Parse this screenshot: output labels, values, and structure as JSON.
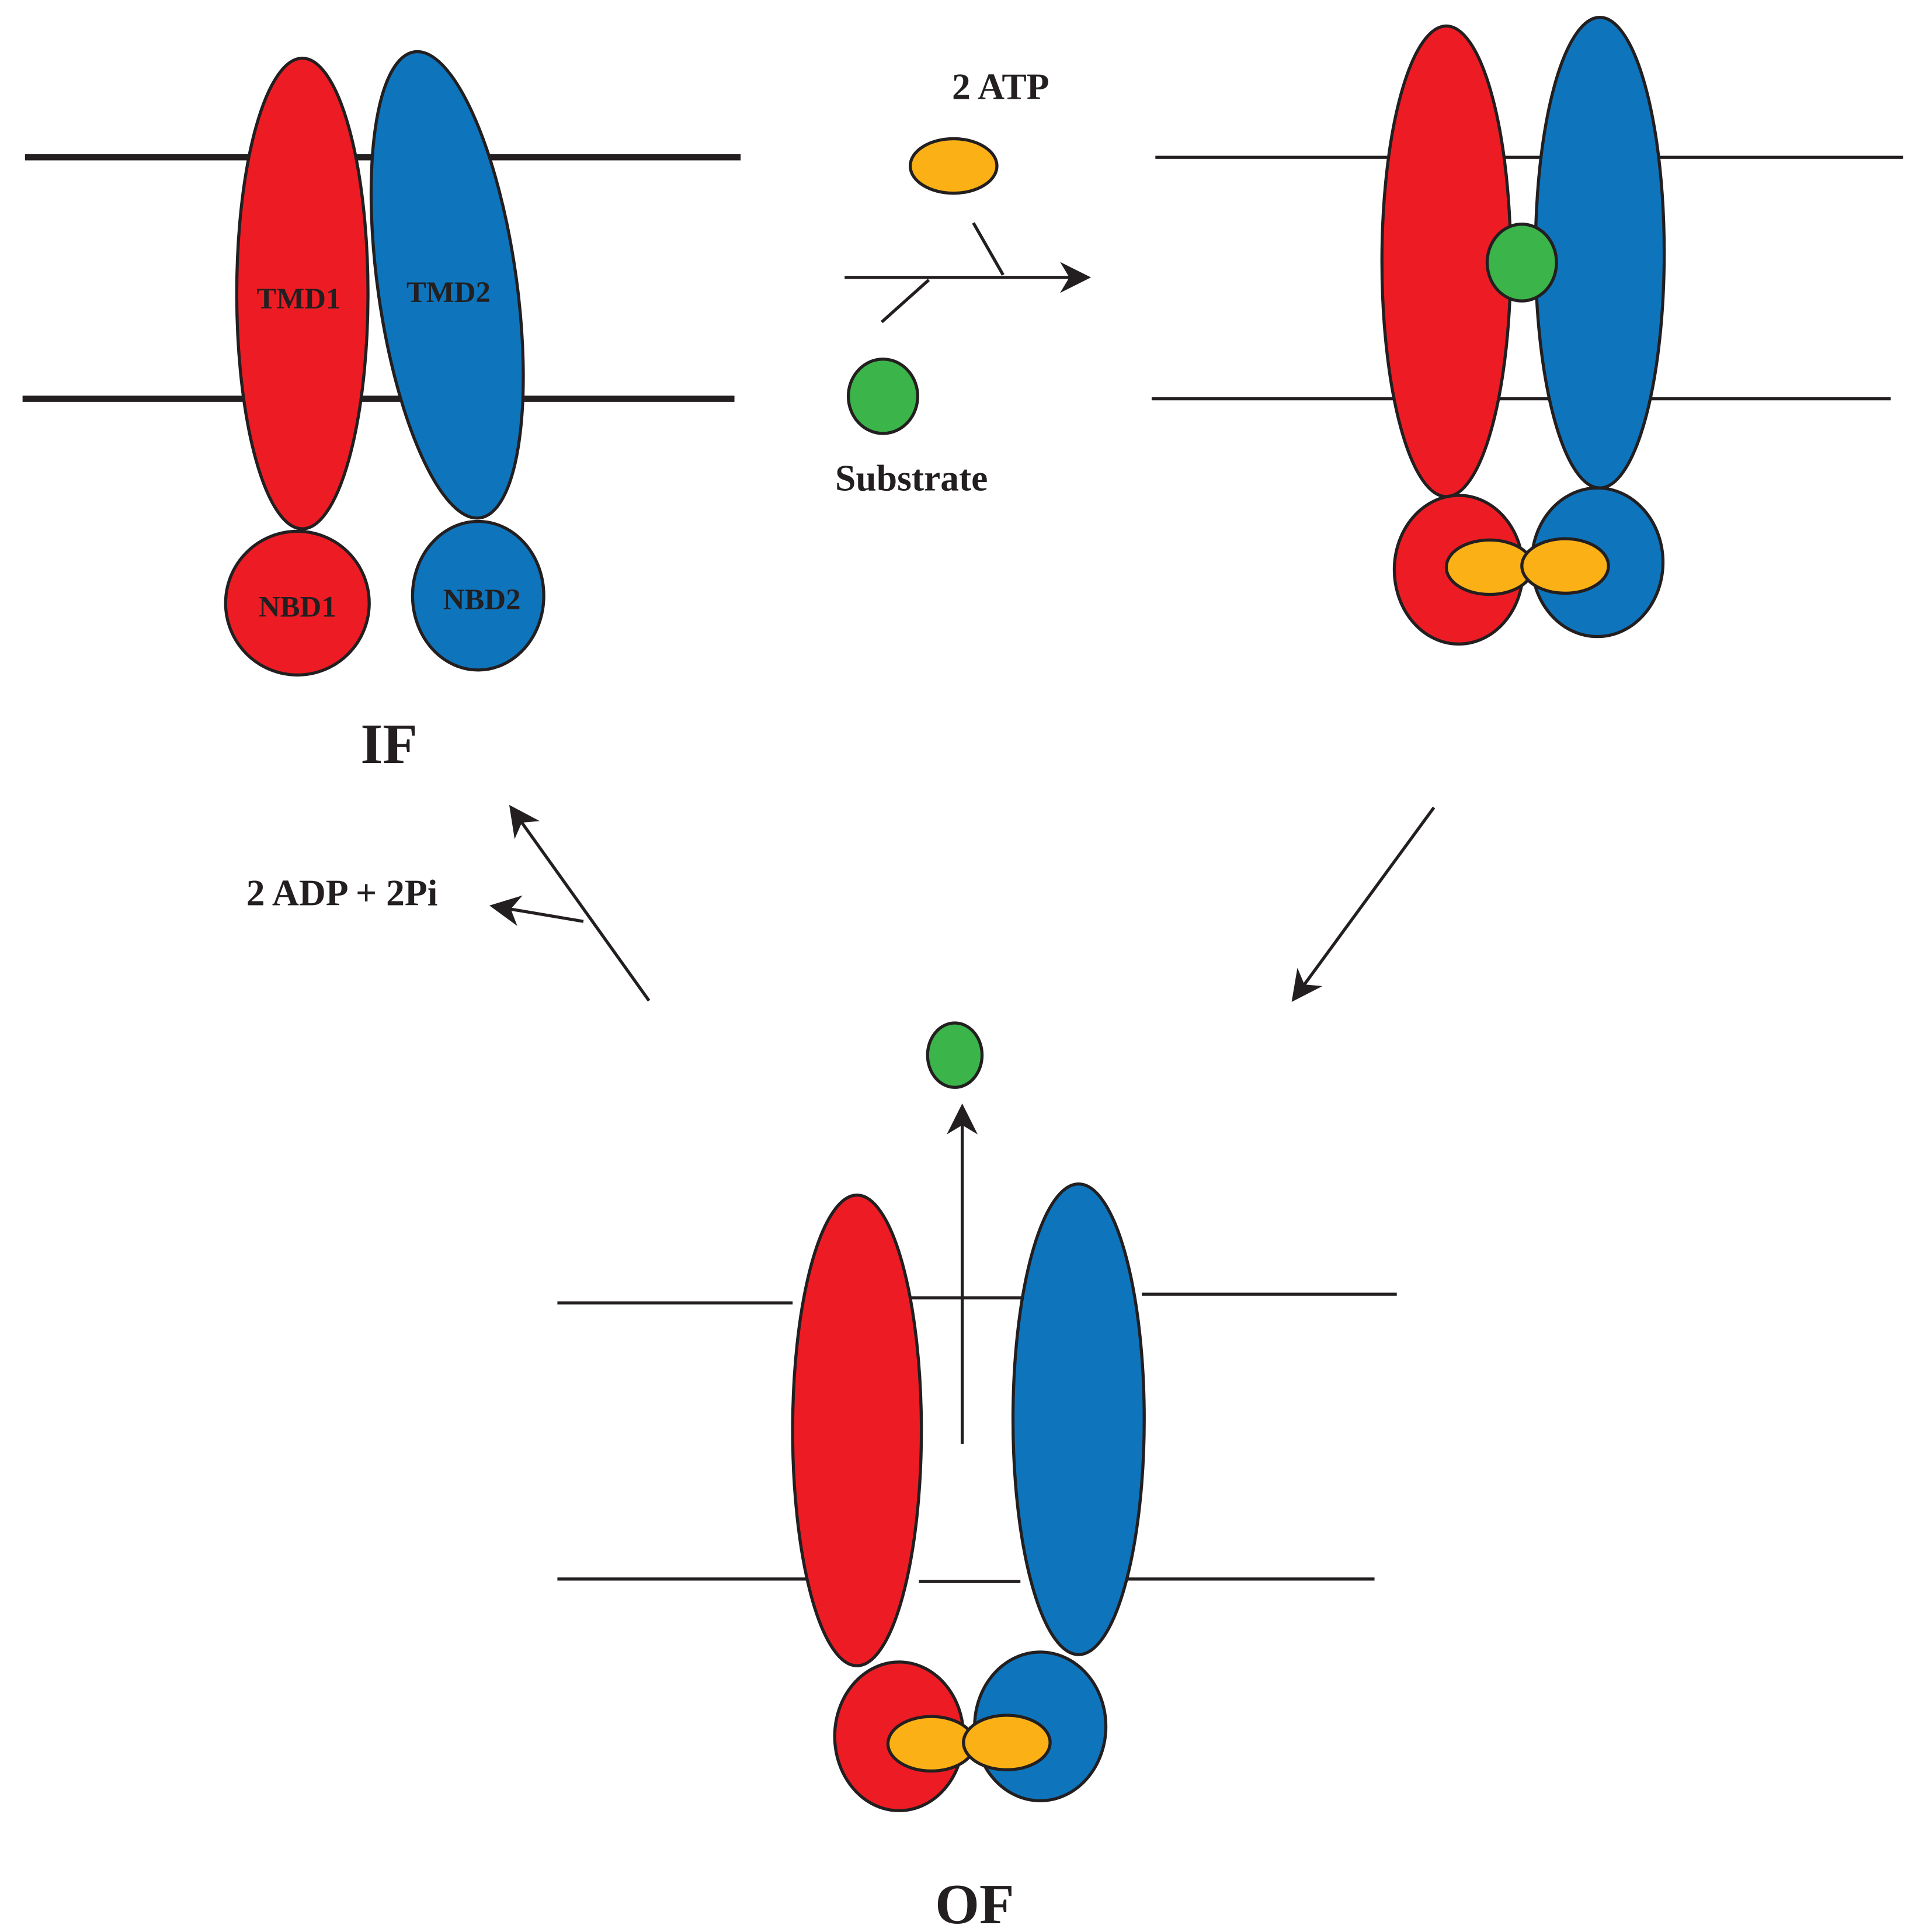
{
  "labels": {
    "tmd1": "TMD1",
    "tmd2": "TMD2",
    "nbd1": "NBD1",
    "nbd2": "NBD2",
    "if_state": "IF",
    "of_state": "OF",
    "atp": "2 ATP",
    "substrate": "Substrate",
    "adp": "2 ADP + 2Pi"
  },
  "colors": {
    "domain1": "#ed1c24",
    "domain2": "#0e75bc",
    "atp": "#fbb116",
    "substrate": "#3bb44a",
    "line": "#231f20"
  }
}
